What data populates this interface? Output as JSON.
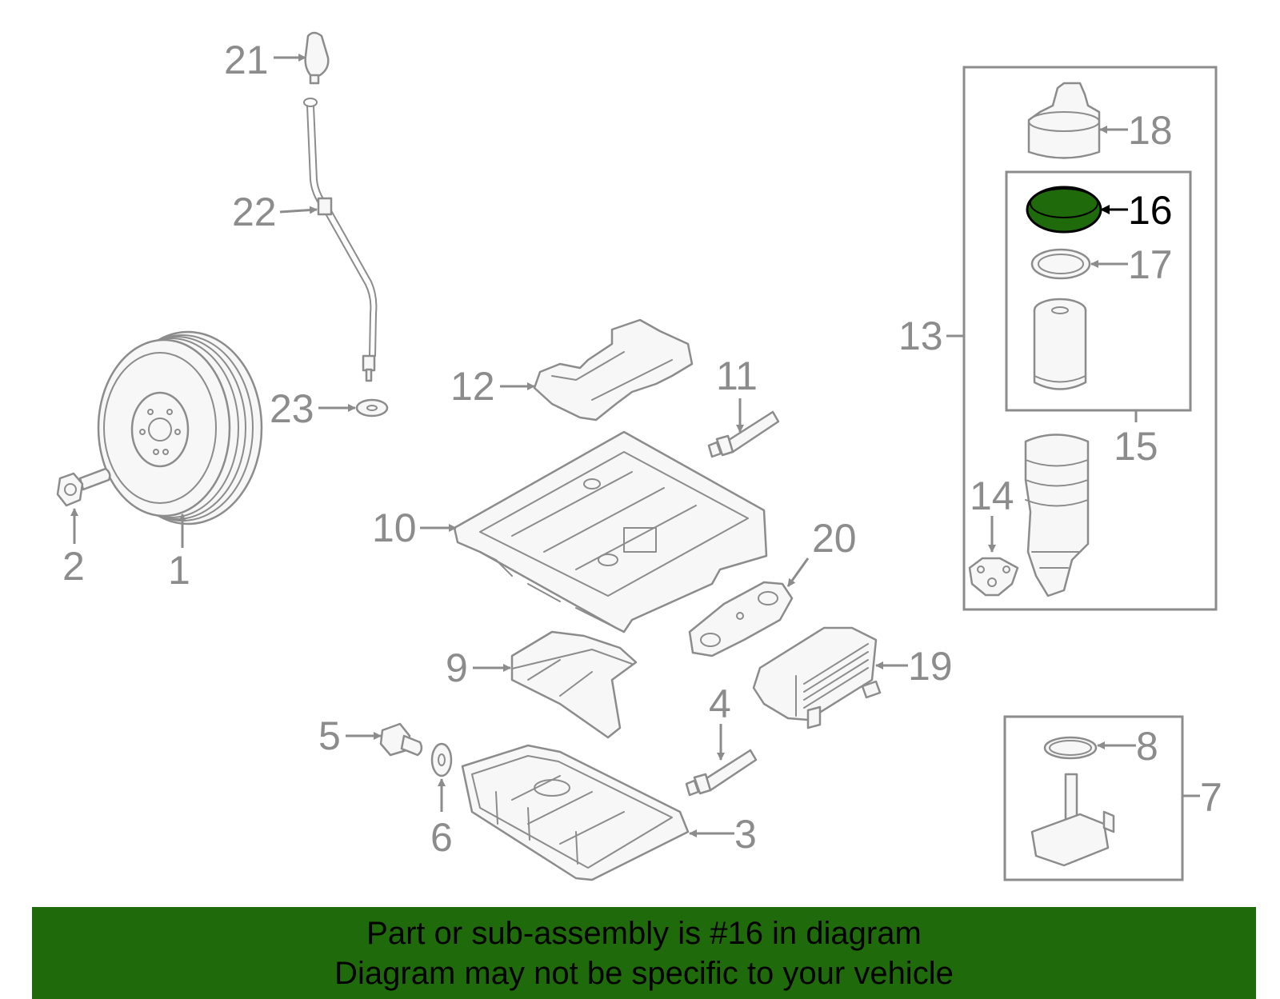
{
  "diagram": {
    "highlight_color": "#1f6b0b",
    "label_color": "#8c8c8c",
    "callouts": [
      "1",
      "2",
      "3",
      "4",
      "5",
      "6",
      "7",
      "8",
      "9",
      "10",
      "11",
      "12",
      "13",
      "14",
      "15",
      "16",
      "17",
      "18",
      "19",
      "20",
      "21",
      "22",
      "23"
    ],
    "highlighted_callout": "16"
  },
  "banner": {
    "line1": "Part or sub-assembly is #16 in diagram",
    "line2": "Diagram may not be specific to your vehicle",
    "color": "#1f6b0b"
  }
}
